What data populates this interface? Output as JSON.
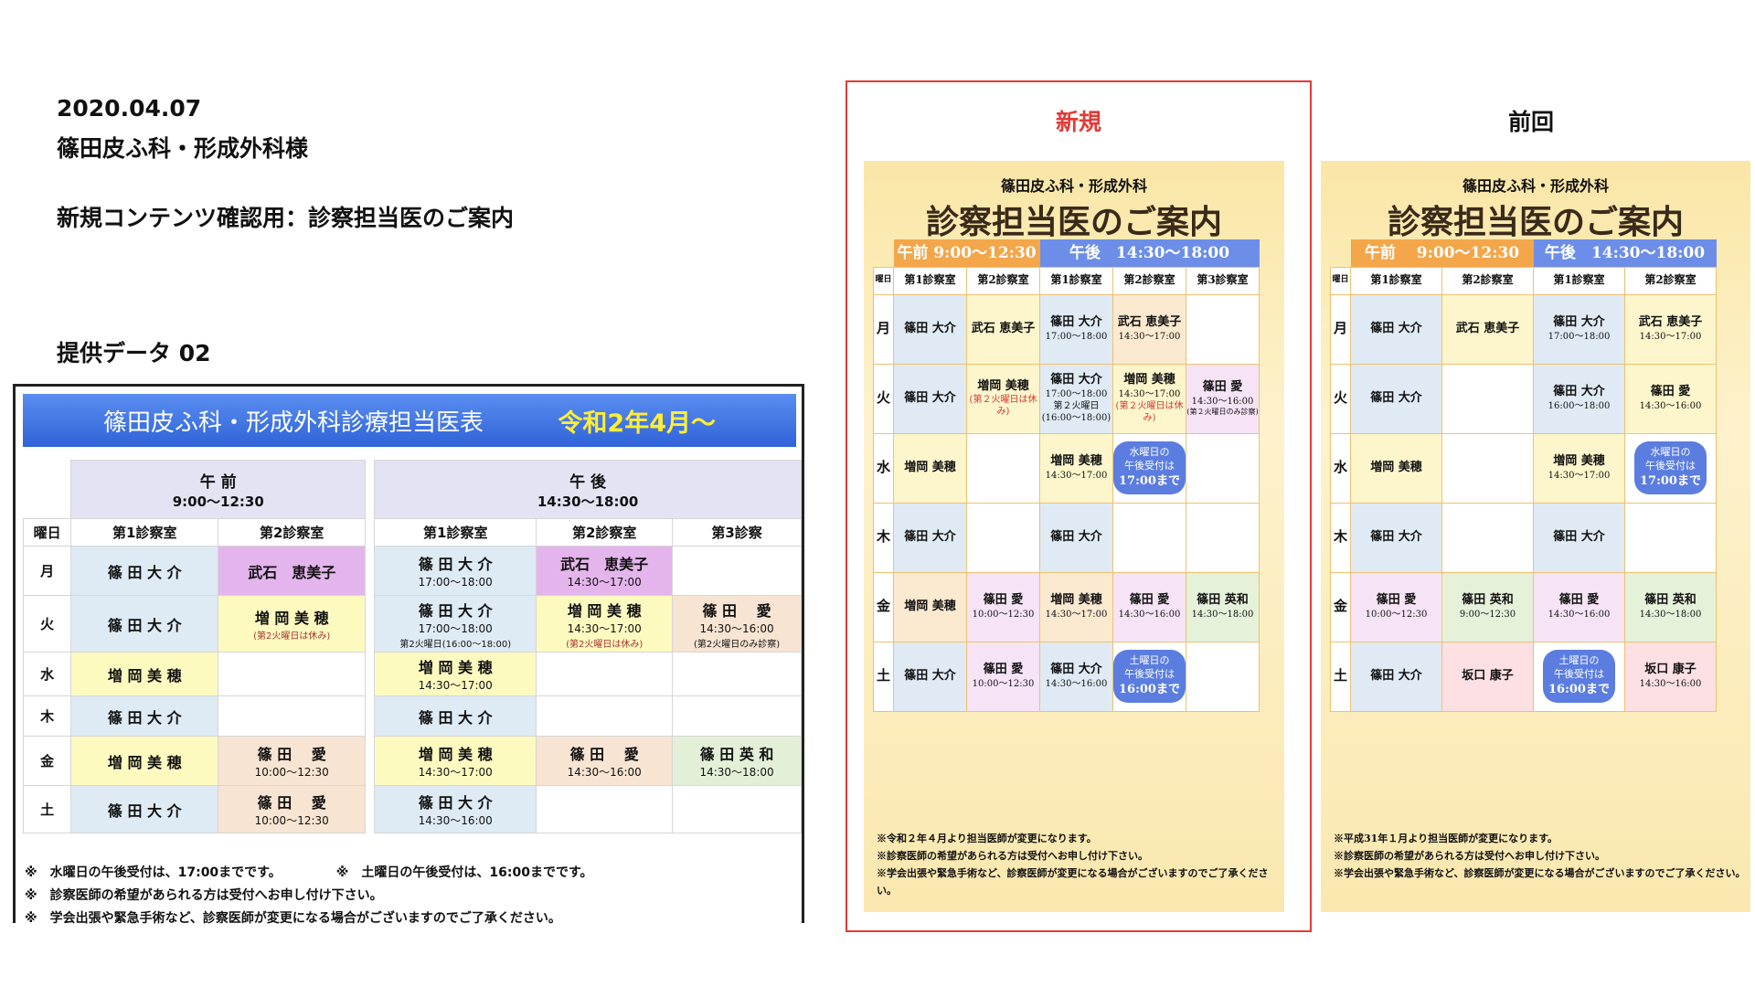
{
  "header": {
    "date": "2020.04.07",
    "client": "篠田皮ふ科・形成外科様",
    "purpose": "新規コンテンツ確認用：診察担当医のご案内",
    "data_label": "提供データ 02"
  },
  "source": {
    "title": "篠田皮ふ科・形成外科診療担当医表",
    "month": "令和2年4月〜",
    "am": "午 前",
    "am_time": "9:00〜12:30",
    "pm": "午 後",
    "pm_time": "14:30〜18:00",
    "day_col": "曜日",
    "rooms": [
      "第1診察室",
      "第2診察室",
      "第1診察室",
      "第2診察室",
      "第3診察"
    ],
    "days": [
      "月",
      "火",
      "水",
      "木",
      "金",
      "土"
    ],
    "rows": [
      [
        [
          "篠 田 大 介",
          ""
        ],
        [
          "武石　恵美子",
          ""
        ],
        [
          "篠 田 大 介",
          "17:00〜18:00"
        ],
        [
          "武石　恵美子",
          "14:30〜17:00"
        ],
        [
          "",
          ""
        ]
      ],
      [
        [
          "篠 田 大 介",
          ""
        ],
        [
          "増 岡 美 穂",
          "(第2火曜日は休み)"
        ],
        [
          "篠 田 大 介",
          "17:00〜18:00"
        ],
        [
          "増 岡 美 穂",
          "14:30〜17:00"
        ],
        [
          "篠 田　 愛",
          "14:30〜16:00"
        ]
      ],
      [
        [
          "増 岡 美 穂",
          ""
        ],
        [
          "",
          ""
        ],
        [
          "増 岡 美 穂",
          "14:30〜17:00"
        ],
        [
          "",
          ""
        ],
        [
          "",
          ""
        ]
      ],
      [
        [
          "篠 田 大 介",
          ""
        ],
        [
          "",
          ""
        ],
        [
          "篠 田 大 介",
          ""
        ],
        [
          "",
          ""
        ],
        [
          "",
          ""
        ]
      ],
      [
        [
          "増 岡 美 穂",
          ""
        ],
        [
          "篠 田　 愛",
          "10:00〜12:30"
        ],
        [
          "増 岡 美 穂",
          "14:30〜17:00"
        ],
        [
          "篠 田　 愛",
          "14:30〜16:00"
        ],
        [
          "篠 田 英 和",
          "14:30〜18:00"
        ]
      ],
      [
        [
          "篠 田 大 介",
          ""
        ],
        [
          "篠 田　 愛",
          "10:00〜12:30"
        ],
        [
          "篠 田 大 介",
          "14:30〜16:00"
        ],
        [
          "",
          ""
        ],
        [
          "",
          ""
        ]
      ]
    ],
    "tue_pm1_note": "第2火曜日(16:00〜18:00)",
    "tue_pm2_note": "(第2火曜日は休み)",
    "tue_pm3_note": "(第2火曜日のみ診察)",
    "note1": "※　水曜日の午後受付は、17:00までです。",
    "note1b": "※　土曜日の午後受付は、16:00までです。",
    "note2": "※　診察医師の希望があられる方は受付へお申し付け下さい。",
    "note3": "※　学会出張や緊急手術など、診察医師が変更になる場合がございますのでご了承ください。"
  },
  "new": {
    "label": "新規",
    "clinic": "篠田皮ふ科・形成外科",
    "title": "診察担当医のご案内",
    "am": "午前 9:00〜12:30",
    "pm": "午後　14:30〜18:00",
    "day_col": "曜日",
    "rooms": [
      "第1診察室",
      "第2診察室",
      "第1診察室",
      "第2診察室",
      "第3診察室"
    ],
    "footer": [
      "※令和２年４月より担当医師が変更になります。",
      "※診察医師の希望があられる方は受付へお申し付け下さい。",
      "※学会出張や緊急手術など、診察医師が変更になる場合がございますのでご了承ください。"
    ]
  },
  "prev": {
    "label": "前回",
    "clinic": "篠田皮ふ科・形成外科",
    "title": "診察担当医のご案内",
    "am": "午前　 9:00〜12:30",
    "pm": "午後　14:30〜18:00",
    "day_col": "曜日",
    "rooms": [
      "第1診察室",
      "第2診察室",
      "第1診察室",
      "第2診察室"
    ],
    "footer": [
      "※平成31年１月より担当医師が変更になります。",
      "※診察医師の希望があられる方は受付へお申し付け下さい。",
      "※学会出張や緊急手術など、診察医師が変更になる場合がございますのでご了承ください。"
    ]
  },
  "colors": {
    "new_frame": "#e53935",
    "am": "#f3a64a",
    "pm": "#6d8ee8",
    "banner": "#3d70e0"
  }
}
